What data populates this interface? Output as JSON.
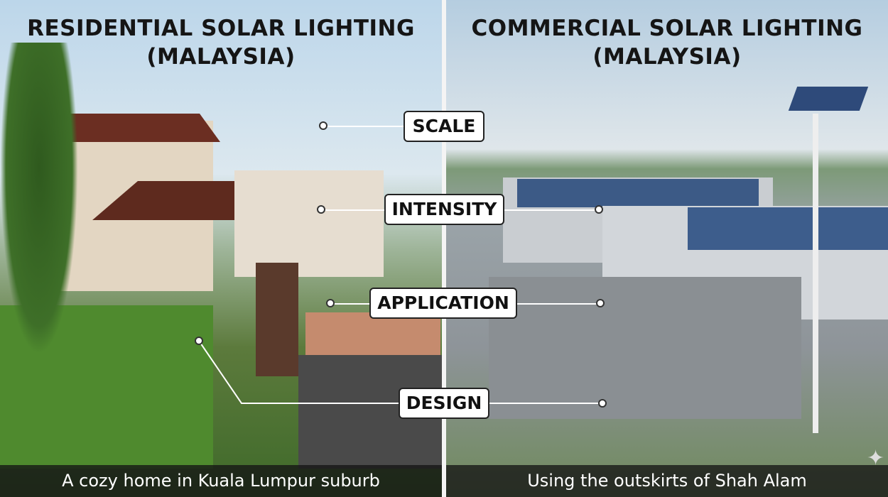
{
  "left": {
    "title_line1": "RESIDENTIAL SOLAR LIGHTING",
    "title_line2": "(MALAYSIA)",
    "caption": "A cozy home in Kuala Lumpur suburb"
  },
  "right": {
    "title_line1": "COMMERCIAL SOLAR LIGHTING",
    "title_line2": "(MALAYSIA)",
    "caption": "Using the outskirts of Shah Alam"
  },
  "labels": {
    "scale": "SCALE",
    "intensity": "INTENSITY",
    "application": "APPLICATION",
    "design": "DESIGN"
  },
  "icons": [
    "sparkle-icon"
  ]
}
